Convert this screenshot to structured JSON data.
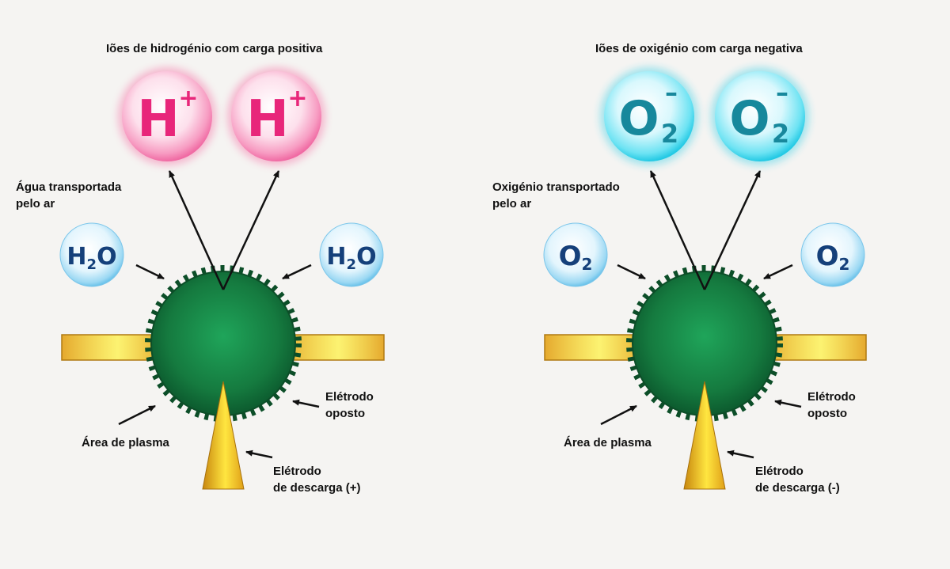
{
  "left_panel": {
    "title": "Iões de hidrogénio com carga positiva",
    "ions": [
      {
        "symbol": "H",
        "superscript": "+",
        "subscript": ""
      },
      {
        "symbol": "H",
        "superscript": "+",
        "subscript": ""
      }
    ],
    "carrier_label": [
      "Água transportada",
      "pelo ar"
    ],
    "molecules": [
      {
        "symbol": "H",
        "subscript": "2",
        "suffix": "O"
      },
      {
        "symbol": "H",
        "subscript": "2",
        "suffix": "O"
      }
    ],
    "plasma_label": "Área de plasma",
    "opposite_electrode_label": [
      "Elétrodo",
      "oposto"
    ],
    "discharge_electrode_label": [
      "Elétrodo",
      "de descarga (+)"
    ]
  },
  "right_panel": {
    "title": "Iões de oxigénio com carga negativa",
    "ions": [
      {
        "symbol": "O",
        "superscript": "–",
        "subscript": "2"
      },
      {
        "symbol": "O",
        "superscript": "–",
        "subscript": "2"
      }
    ],
    "carrier_label": [
      "Oxigénio transportado",
      "pelo ar"
    ],
    "molecules": [
      {
        "symbol": "O",
        "subscript": "2",
        "suffix": ""
      },
      {
        "symbol": "O",
        "subscript": "2",
        "suffix": ""
      }
    ],
    "plasma_label": "Área de plasma",
    "opposite_electrode_label": [
      "Elétrodo",
      "oposto"
    ],
    "discharge_electrode_label": [
      "Elétrodo",
      "de descarga (-)"
    ]
  },
  "colors": {
    "background": "#f5f4f2",
    "plasma_green": "#1e8a4a",
    "plasma_dark": "#0c4e28",
    "electrode_gold": "#e8b21d",
    "h_ion_pink": "#f0468c",
    "o_ion_cyan": "#33d6ee",
    "molecule_blue": "#8fd3f2",
    "text": "#111111"
  }
}
